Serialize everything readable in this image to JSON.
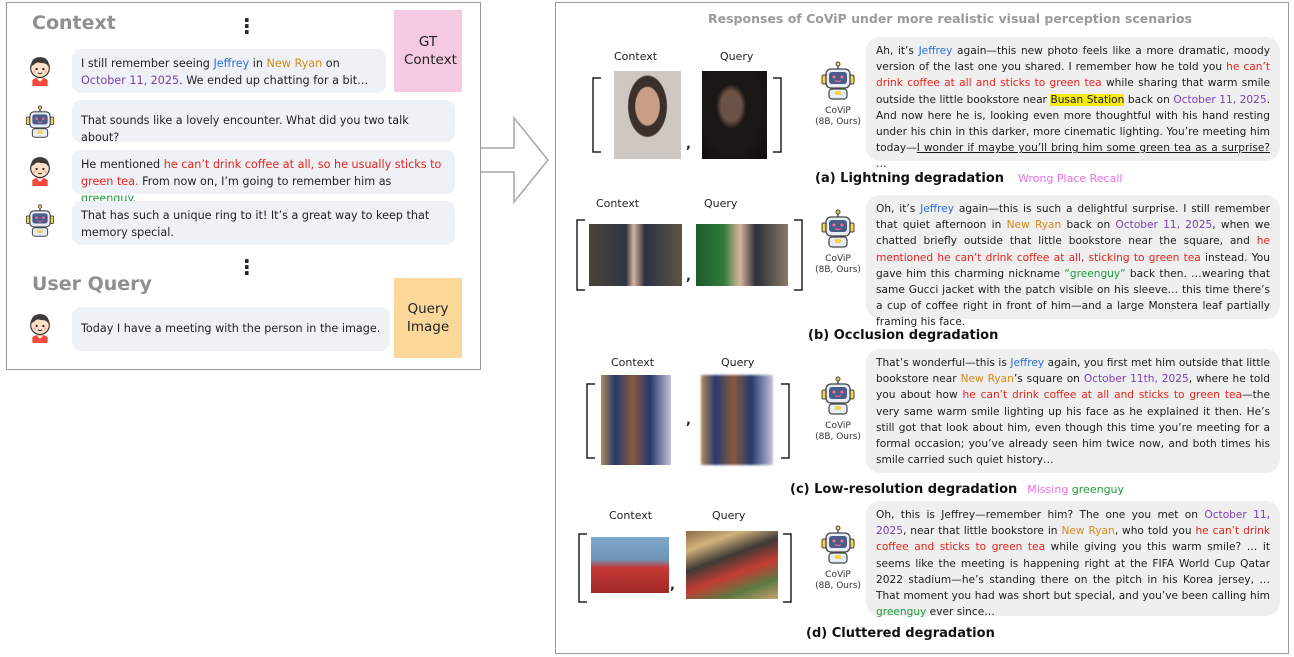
{
  "left": {
    "context_title": "Context",
    "gt_tag": "GT Context",
    "query_title": "User Query",
    "query_tag": "Query Image",
    "messages": [
      {
        "role": "user",
        "segments": [
          {
            "t": "I still remember seeing "
          },
          {
            "t": "Jeffrey",
            "c": "blue"
          },
          {
            "t": " in "
          },
          {
            "t": "New Ryan",
            "c": "orange"
          },
          {
            "t": " on "
          },
          {
            "t": "October 11, 2025",
            "c": "purple"
          },
          {
            "t": ". We ended up chatting for a bit…"
          }
        ]
      },
      {
        "role": "bot",
        "segments": [
          {
            "t": "That sounds like a lovely encounter. What did you two talk about?"
          }
        ]
      },
      {
        "role": "user",
        "segments": [
          {
            "t": "He mentioned "
          },
          {
            "t": "he can’t drink coffee at all, so he usually sticks to green tea.",
            "c": "red"
          },
          {
            "t": " From now on, I’m going to remember him as "
          },
          {
            "t": "greenguy",
            "c": "green"
          },
          {
            "t": "."
          }
        ]
      },
      {
        "role": "bot",
        "segments": [
          {
            "t": "That has such a unique ring to it! It’s a great way to keep that memory special."
          }
        ]
      }
    ],
    "query_message": {
      "segments": [
        {
          "t": "Today I have a meeting with the person in the image."
        }
      ]
    }
  },
  "right": {
    "title": "Responses of CoViP under more realistic visual perception scenarios",
    "context_label": "Context",
    "query_label": "Query",
    "model_name": "CoViP",
    "model_size": "(8B, Ours)",
    "cases": [
      {
        "caption": "(a) Lightning degradation",
        "note": [
          {
            "t": "Wrong Place Recall",
            "c": "pink"
          }
        ],
        "response": [
          {
            "t": "Ah, it’s "
          },
          {
            "t": "Jeffrey",
            "c": "blue"
          },
          {
            "t": " again—this new photo feels like a more dramatic, moody version of the last one you shared. I remember how he told you "
          },
          {
            "t": "he can’t drink coffee at all and sticks to green tea",
            "c": "red"
          },
          {
            "t": " while sharing that warm smile outside the little bookstore near "
          },
          {
            "t": "Busan Station",
            "c": "hl"
          },
          {
            "t": " back on "
          },
          {
            "t": "October 11, 2025",
            "c": "purple"
          },
          {
            "t": ". And now here he is, looking even more thoughtful with his hand resting under his chin in this darker, more cinematic lighting. You’re meeting him today—"
          },
          {
            "t": "I wonder if maybe you’ll bring him some green tea as a surprise?",
            "c": "ul"
          },
          {
            "t": " …"
          }
        ]
      },
      {
        "caption": "(b) Occlusion degradation",
        "note": [],
        "response": [
          {
            "t": "Oh, it’s "
          },
          {
            "t": "Jeffrey",
            "c": "blue"
          },
          {
            "t": " again—this is such a delightful surprise. I still remember that quiet afternoon in "
          },
          {
            "t": "New Ryan",
            "c": "orange"
          },
          {
            "t": " back on "
          },
          {
            "t": "October 11, 2025",
            "c": "purple"
          },
          {
            "t": ", when we chatted briefly outside that little bookstore near the square, and "
          },
          {
            "t": "he mentioned he can’t drink coffee at all, sticking to green tea",
            "c": "red"
          },
          {
            "t": " instead. You gave him this charming nickname "
          },
          {
            "t": "“greenguy”",
            "c": "green"
          },
          {
            "t": " back then. …wearing that same Gucci jacket with the patch visible on his sleeve… this time there’s a cup of coffee right in front of him—and a large Monstera leaf partially framing his face."
          }
        ]
      },
      {
        "caption": "(c) Low-resolution degradation",
        "note": [
          {
            "t": "Missing ",
            "c": "pink"
          },
          {
            "t": "greenguy",
            "c": "green"
          }
        ],
        "response": [
          {
            "t": "That’s wonderful—this is "
          },
          {
            "t": "Jeffrey",
            "c": "blue"
          },
          {
            "t": " again, you first met him outside that little bookstore near "
          },
          {
            "t": "New Ryan",
            "c": "orange"
          },
          {
            "t": "’s square on "
          },
          {
            "t": "October 11th, 2025",
            "c": "purple"
          },
          {
            "t": ", where he told you about how "
          },
          {
            "t": "he can’t drink coffee at all and sticks to green tea",
            "c": "red"
          },
          {
            "t": "—the very same warm smile lighting up his face as he explained it then. He’s still got that look about him, even though this time you’re meeting for a formal occasion; you’ve already seen him twice now, and both times his smile carried such quiet history…"
          }
        ]
      },
      {
        "caption": "(d) Cluttered degradation",
        "note": [],
        "response": [
          {
            "t": "Oh, this is Jeffrey—remember him? The one you met on "
          },
          {
            "t": "October 11, 2025",
            "c": "purple"
          },
          {
            "t": ", near that little bookstore in "
          },
          {
            "t": "New Ryan",
            "c": "orange"
          },
          {
            "t": ", who told you "
          },
          {
            "t": "he can’t drink coffee and sticks to green tea",
            "c": "red"
          },
          {
            "t": " while giving you this warm smile? … it seems like the meeting is happening right at the FIFA World Cup Qatar 2022 stadium—he’s standing there on the pitch in his Korea jersey, … That moment you had was short but special, and you’ve been calling him "
          },
          {
            "t": "greenguy",
            "c": "green"
          },
          {
            "t": " ever since…"
          }
        ]
      }
    ]
  },
  "colors": {
    "gt_tag_bg": "#f6c9e2",
    "query_tag_bg": "#fbd89a",
    "bubble_bg": "#eef2f6",
    "response_bg": "#efefef",
    "entity_name": "#2a6fd6",
    "place": "#d8871a",
    "date": "#7b3fb1",
    "preference": "#e5231d",
    "nickname": "#1f9a3a",
    "error_note": "#ea6ce8",
    "wrong_place_highlight": "#f5ea16"
  },
  "icons": [
    "person-avatar-icon",
    "robot-avatar-icon",
    "vertical-ellipsis-icon",
    "arrow-right-icon",
    "bracket-icon"
  ]
}
